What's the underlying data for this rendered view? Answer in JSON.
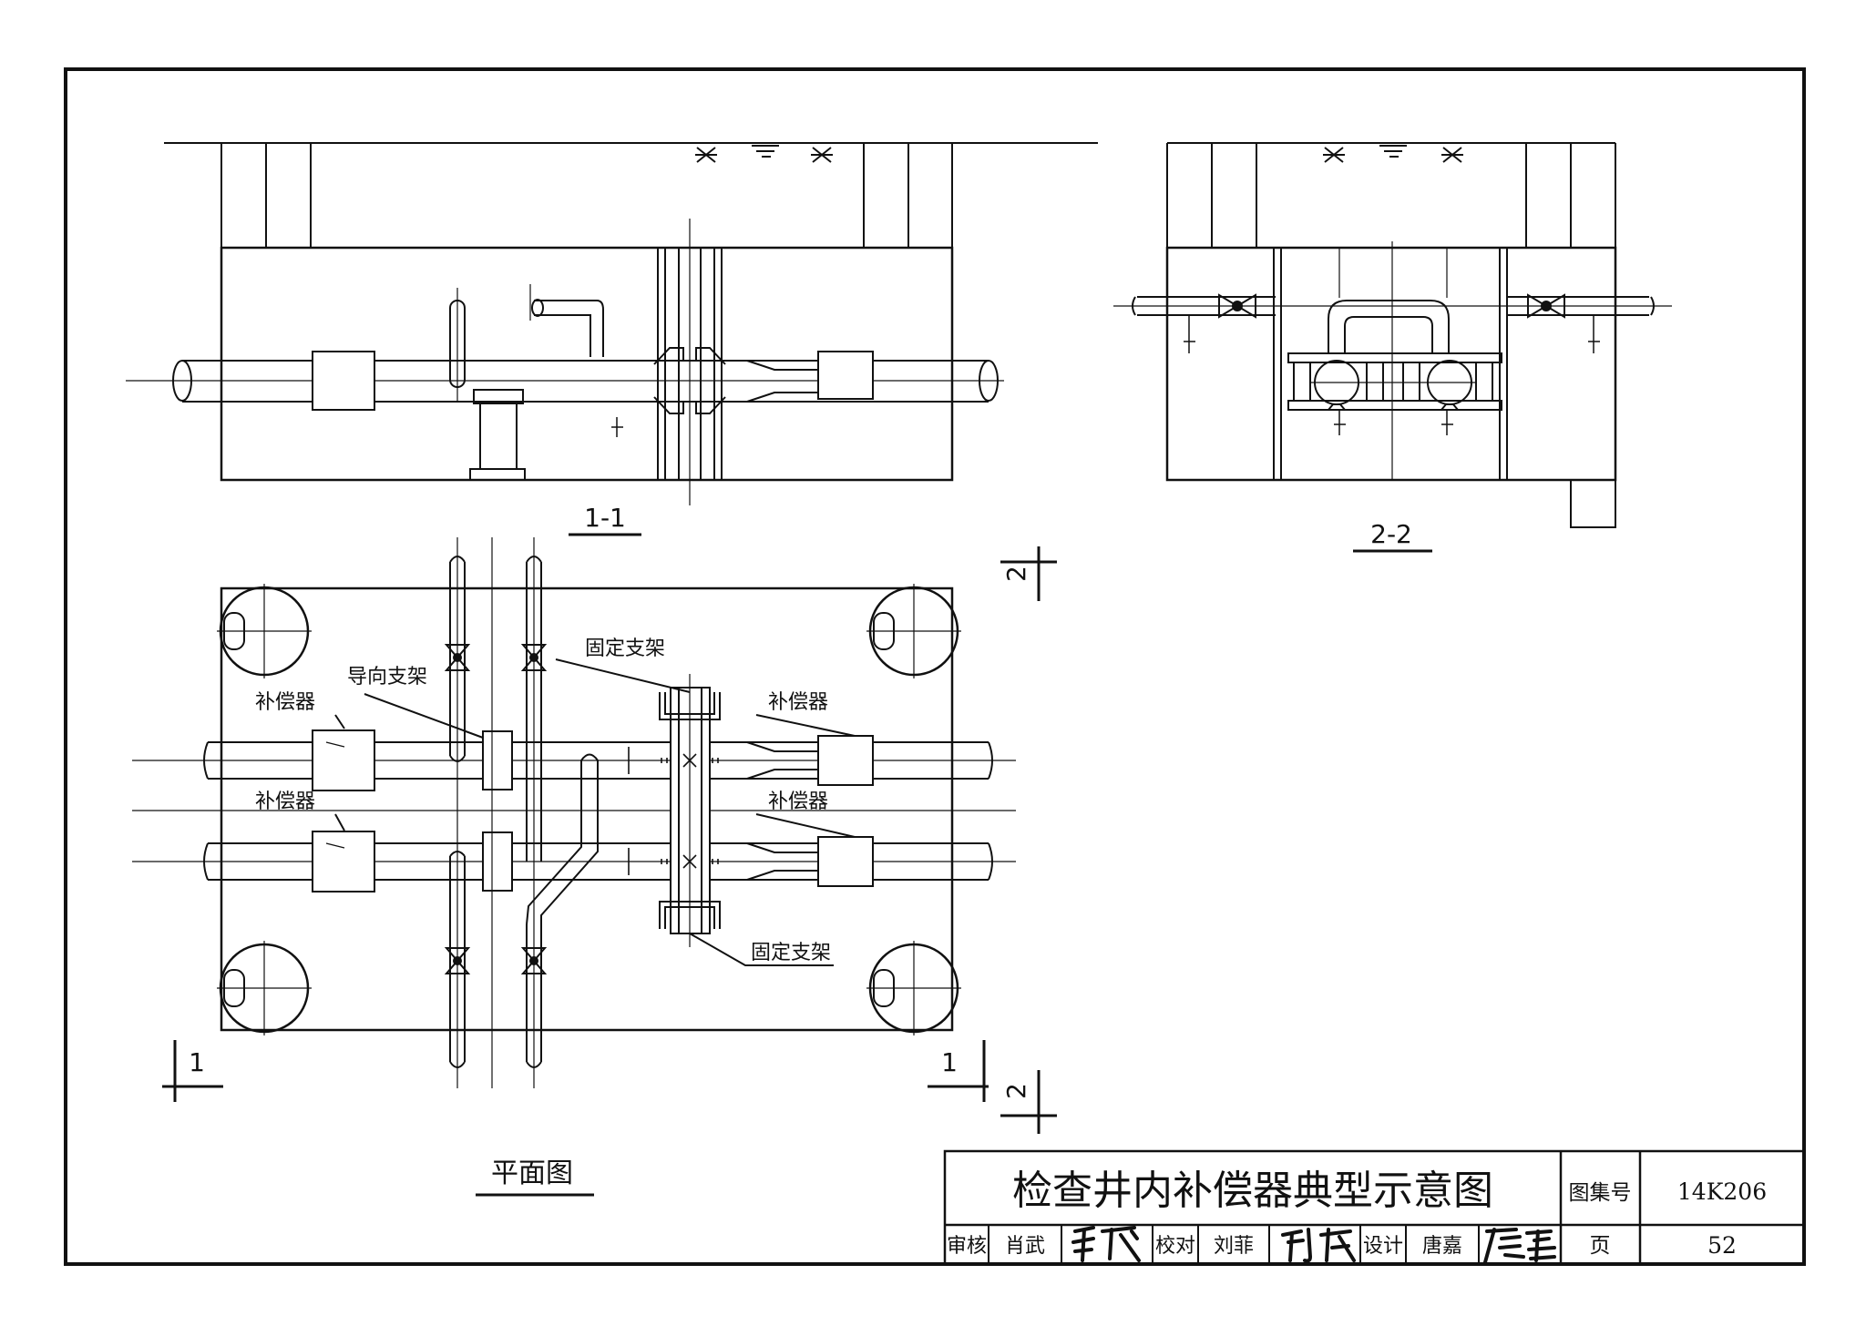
{
  "drawing": {
    "title": "检查井内补偿器典型示意图",
    "atlas_label": "图集号",
    "atlas_no": "14K206",
    "page_label": "页",
    "page_no": "52",
    "review_label": "审核",
    "reviewer": "肖武",
    "check_label": "校对",
    "checker": "刘菲",
    "design_label": "设计",
    "designer": "唐嘉"
  },
  "views": {
    "section_1_1": "1-1",
    "section_2_2": "2-2",
    "plan": "平面图",
    "cut_1": "1",
    "cut_2": "2"
  },
  "callouts": {
    "compensator": "补偿器",
    "guide_support": "导向支架",
    "fixed_support": "固定支架"
  }
}
